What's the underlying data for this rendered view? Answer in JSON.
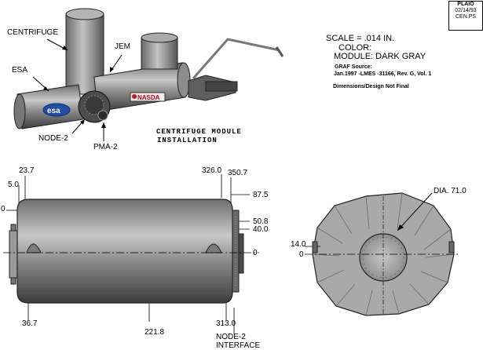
{
  "stamp": {
    "line1": "PLAIO",
    "line2": "02/14/93",
    "line3": "CEN.PS"
  },
  "info": {
    "scale": "SCALE = .014 IN.",
    "color_label": "COLOR:",
    "module": "MODULE:  DARK GRAY",
    "graf_source": "GRAF Source:",
    "source_ref": "Jan.1997 -LMES -31166, Rev. G, Vol. 1",
    "dims_note": "Dimensions/Design Not Final"
  },
  "labels": {
    "centrifuge": "CENTRIFUGE",
    "jem": "JEM",
    "esa": "ESA",
    "node2": "NODE-2",
    "pma2": "PMA-2",
    "title_line1": "CENTRIFUGE MODULE",
    "title_line2": "INSTALLATION",
    "esa_logo": "esa",
    "nasda_logo": "NASDA"
  },
  "dims": {
    "d_23_7": "23.7",
    "d_5_0": "5.0",
    "d_0_left": "0",
    "d_326_0": "326.0",
    "d_350_7": "350.7",
    "d_87_5": "87.5",
    "d_50_8": "50.8",
    "d_40_0": "40.0",
    "d_0_mid": "0",
    "d_36_7": "36.7",
    "d_221_8": "221.8",
    "d_313_0": "313.0",
    "node2_interface_1": "NODE-2",
    "node2_interface_2": "INTERFACE",
    "dia": "DIA. 71.0",
    "d_14_0": "14.0",
    "d_0_end": "0"
  }
}
